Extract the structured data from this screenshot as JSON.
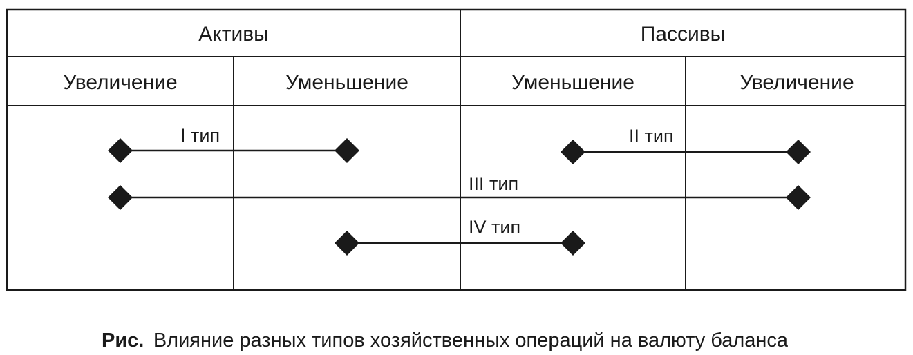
{
  "table": {
    "group_headers": [
      "Активы",
      "Пассивы"
    ],
    "column_headers": [
      "Увеличение",
      "Уменьшение",
      "Уменьшение",
      "Увеличение"
    ]
  },
  "operations": [
    {
      "label": "I тип",
      "from_column": 1,
      "to_column": 2
    },
    {
      "label": "II тип",
      "from_column": 3,
      "to_column": 4
    },
    {
      "label": "III тип",
      "from_column": 1,
      "to_column": 4
    },
    {
      "label": "IV тип",
      "from_column": 2,
      "to_column": 3
    }
  ],
  "caption": {
    "prefix": "Рис.",
    "text": "Влияние разных типов хозяйственных операций на валюту баланса"
  },
  "colors": {
    "ink": "#1a1a1a",
    "background": "#ffffff"
  }
}
